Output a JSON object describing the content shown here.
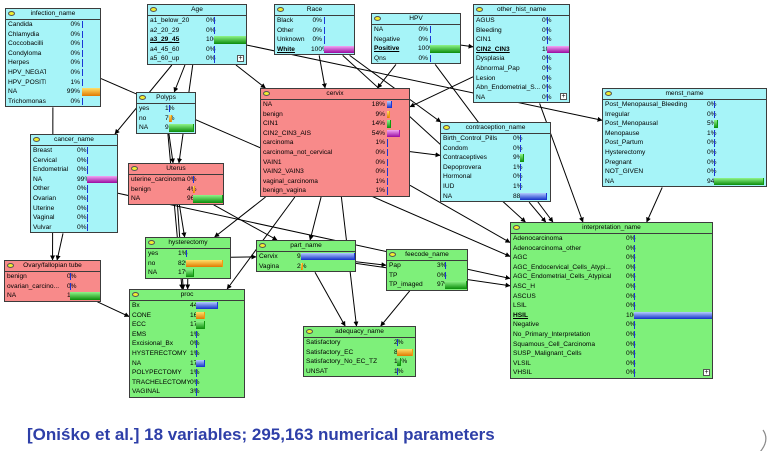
{
  "nodes": [
    {
      "id": "infection",
      "title": "infection_name",
      "color": "cyan",
      "states": [
        {
          "label": "Candida",
          "value": "0%",
          "p": 0
        },
        {
          "label": "Chlamydia",
          "value": "0%",
          "p": 0
        },
        {
          "label": "Coccobacilli",
          "value": "0%",
          "p": 0
        },
        {
          "label": "Condyloma",
          "value": "0%",
          "p": 0
        },
        {
          "label": "Herpes",
          "value": "0%",
          "p": 0
        },
        {
          "label": "HPV_NEGATIVE",
          "value": "0%",
          "p": 0
        },
        {
          "label": "HPV_POSITIVE",
          "value": "1%",
          "p": 1
        },
        {
          "label": "NA",
          "value": "99%",
          "p": 99,
          "bar": "orange"
        },
        {
          "label": "Trichomonas",
          "value": "0%",
          "p": 0
        }
      ]
    },
    {
      "id": "age",
      "title": "Age",
      "color": "cyan",
      "states": [
        {
          "label": "a1_below_20",
          "value": "0%",
          "p": 0
        },
        {
          "label": "a2_20_29",
          "value": "0%",
          "p": 0
        },
        {
          "label": "a3_29_45",
          "value": "100%",
          "p": 100,
          "bold": true,
          "bar": "green"
        },
        {
          "label": "a4_45_60",
          "value": "0%",
          "p": 0
        },
        {
          "label": "a5_60_up",
          "value": "0%",
          "p": 0
        }
      ]
    },
    {
      "id": "race",
      "title": "Race",
      "color": "cyan",
      "states": [
        {
          "label": "Black",
          "value": "0%",
          "p": 0
        },
        {
          "label": "Other",
          "value": "0%",
          "p": 0
        },
        {
          "label": "Unknown",
          "value": "0%",
          "p": 0
        },
        {
          "label": "White",
          "value": "100%",
          "p": 100,
          "bold": true,
          "bar": "magenta"
        }
      ]
    },
    {
      "id": "hpv",
      "title": "HPV",
      "color": "cyan",
      "states": [
        {
          "label": "NA",
          "value": "0%",
          "p": 0
        },
        {
          "label": "Negative",
          "value": "0%",
          "p": 0
        },
        {
          "label": "Positive",
          "value": "100%",
          "p": 100,
          "bold": true,
          "bar": "green"
        },
        {
          "label": "Qns",
          "value": "0%",
          "p": 0
        }
      ]
    },
    {
      "id": "otherhist",
      "title": "other_hist_name",
      "color": "cyan",
      "states": [
        {
          "label": "AGUS",
          "value": "0%",
          "p": 0
        },
        {
          "label": "Bleeding",
          "value": "0%",
          "p": 0
        },
        {
          "label": "CIN1",
          "value": "0%",
          "p": 0
        },
        {
          "label": "CIN2_CIN3",
          "value": "100%",
          "p": 100,
          "bold": true,
          "bar": "magenta"
        },
        {
          "label": "Dysplasia",
          "value": "0%",
          "p": 0
        },
        {
          "label": "Abnormal_Pap",
          "value": "0%",
          "p": 0
        },
        {
          "label": "Lesion",
          "value": "0%",
          "p": 0
        },
        {
          "label": "Abn_Endometrial_S...",
          "value": "0%",
          "p": 0
        },
        {
          "label": "NA",
          "value": "0%",
          "p": 0
        }
      ]
    },
    {
      "id": "polyps",
      "title": "Polyps",
      "color": "cyan",
      "states": [
        {
          "label": "yes",
          "value": "1%",
          "p": 1
        },
        {
          "label": "no",
          "value": "7%",
          "p": 7,
          "bar": "orange"
        },
        {
          "label": "NA",
          "value": "91%",
          "p": 91,
          "bar": "green"
        }
      ]
    },
    {
      "id": "cervix",
      "title": "cervix",
      "color": "red",
      "states": [
        {
          "label": "NA",
          "value": "18%",
          "p": 18,
          "bar": "blue"
        },
        {
          "label": "benign",
          "value": "9%",
          "p": 9,
          "bar": "orange"
        },
        {
          "label": "CIN1",
          "value": "14%",
          "p": 14,
          "bar": "green"
        },
        {
          "label": "CIN2_CIN3_AIS",
          "value": "54%",
          "p": 54,
          "bar": "magenta"
        },
        {
          "label": "carcinoma",
          "value": "1%",
          "p": 1
        },
        {
          "label": "carcinoma_not_cervical",
          "value": "0%",
          "p": 0
        },
        {
          "label": "VAIN1",
          "value": "0%",
          "p": 0
        },
        {
          "label": "VAIN2_VAIN3",
          "value": "0%",
          "p": 0
        },
        {
          "label": "vaginal_carcinoma",
          "value": "1%",
          "p": 1
        },
        {
          "label": "benign_vagina",
          "value": "1%",
          "p": 1
        }
      ]
    },
    {
      "id": "menst",
      "title": "menst_name",
      "color": "cyan",
      "states": [
        {
          "label": "Post_Menopausal_Bleeding",
          "value": "0%",
          "p": 0
        },
        {
          "label": "Irregular",
          "value": "0%",
          "p": 0
        },
        {
          "label": "Post_Menopausal",
          "value": "5%",
          "p": 5,
          "bar": "green"
        },
        {
          "label": "Menopause",
          "value": "1%",
          "p": 1
        },
        {
          "label": "Post_Partum",
          "value": "0%",
          "p": 0
        },
        {
          "label": "Hysterectomy",
          "value": "0%",
          "p": 0
        },
        {
          "label": "Pregnant",
          "value": "0%",
          "p": 0
        },
        {
          "label": "NOT_GIVEN",
          "value": "0%",
          "p": 0
        },
        {
          "label": "NA",
          "value": "94%",
          "p": 94,
          "bar": "green"
        }
      ]
    },
    {
      "id": "cancer",
      "title": "cancer_name",
      "color": "cyan",
      "states": [
        {
          "label": "Breast",
          "value": "0%",
          "p": 0
        },
        {
          "label": "Cervical",
          "value": "0%",
          "p": 0
        },
        {
          "label": "Endometrial",
          "value": "0%",
          "p": 0
        },
        {
          "label": "NA",
          "value": "99%",
          "p": 99,
          "bar": "magenta"
        },
        {
          "label": "Other",
          "value": "0%",
          "p": 0
        },
        {
          "label": "Ovarian",
          "value": "0%",
          "p": 0
        },
        {
          "label": "Uterine",
          "value": "0%",
          "p": 0
        },
        {
          "label": "Vaginal",
          "value": "0%",
          "p": 0
        },
        {
          "label": "Vulvar",
          "value": "0%",
          "p": 0
        }
      ]
    },
    {
      "id": "uterus",
      "title": "Uterus",
      "color": "red",
      "states": [
        {
          "label": "uterine_carcinoma",
          "value": "0%",
          "p": 0
        },
        {
          "label": "benign",
          "value": "4%",
          "p": 4,
          "bar": "orange"
        },
        {
          "label": "NA",
          "value": "96%",
          "p": 96,
          "bar": "green"
        }
      ]
    },
    {
      "id": "contra",
      "title": "contraception_name",
      "color": "cyan",
      "states": [
        {
          "label": "Birth_Control_Pills",
          "value": "0%",
          "p": 0
        },
        {
          "label": "Condom",
          "value": "0%",
          "p": 0
        },
        {
          "label": "Contraceptives",
          "value": "9%",
          "p": 9,
          "bar": "green"
        },
        {
          "label": "Depoprovera",
          "value": "1%",
          "p": 1
        },
        {
          "label": "Hormonal",
          "value": "0%",
          "p": 0
        },
        {
          "label": "IUD",
          "value": "1%",
          "p": 1
        },
        {
          "label": "NA",
          "value": "88%",
          "p": 88,
          "bar": "blue"
        }
      ]
    },
    {
      "id": "hyst",
      "title": "hysterectomy",
      "color": "green",
      "states": [
        {
          "label": "yes",
          "value": "1%",
          "p": 1
        },
        {
          "label": "no",
          "value": "82%",
          "p": 82,
          "bar": "orange"
        },
        {
          "label": "NA",
          "value": "17%",
          "p": 17,
          "bar": "green"
        }
      ]
    },
    {
      "id": "part",
      "title": "part_name",
      "color": "green",
      "states": [
        {
          "label": "Cervix",
          "value": "98%",
          "p": 98,
          "bar": "blue"
        },
        {
          "label": "Vagina",
          "value": "2%",
          "p": 2,
          "bar": "orange"
        }
      ]
    },
    {
      "id": "feecode",
      "title": "feecode_name",
      "color": "green",
      "states": [
        {
          "label": "Pap",
          "value": "3%",
          "p": 3
        },
        {
          "label": "TP",
          "value": "0%",
          "p": 0
        },
        {
          "label": "TP_imaged",
          "value": "97%",
          "p": 97,
          "bar": "green"
        }
      ]
    },
    {
      "id": "interp",
      "title": "interpretation_name",
      "color": "green",
      "states": [
        {
          "label": "Adenocarcinoma",
          "value": "0%",
          "p": 0
        },
        {
          "label": "Adenocarcinoma_other",
          "value": "0%",
          "p": 0
        },
        {
          "label": "AGC",
          "value": "0%",
          "p": 0
        },
        {
          "label": "AGC_Endocervical_Cells_Atypi...",
          "value": "0%",
          "p": 0
        },
        {
          "label": "AGC_Endometrial_Cells_Atypical",
          "value": "0%",
          "p": 0
        },
        {
          "label": "ASC_H",
          "value": "0%",
          "p": 0
        },
        {
          "label": "ASCUS",
          "value": "0%",
          "p": 0
        },
        {
          "label": "LSIL",
          "value": "0%",
          "p": 0
        },
        {
          "label": "HSIL",
          "value": "100%",
          "p": 100,
          "bold": true,
          "bar": "blue"
        },
        {
          "label": "Negative",
          "value": "0%",
          "p": 0
        },
        {
          "label": "No_Primary_Interpretation",
          "value": "0%",
          "p": 0
        },
        {
          "label": "Squamous_Cell_Carcinoma",
          "value": "0%",
          "p": 0
        },
        {
          "label": "SUSP_Malignant_Cells",
          "value": "0%",
          "p": 0
        },
        {
          "label": "VLSIL",
          "value": "0%",
          "p": 0
        },
        {
          "label": "VHSIL",
          "value": "0%",
          "p": 0
        }
      ]
    },
    {
      "id": "ovary",
      "title": "Ovary/fallopian tube",
      "color": "red",
      "states": [
        {
          "label": "benign",
          "value": "0%",
          "p": 0
        },
        {
          "label": "ovarian_carcino...",
          "value": "0%",
          "p": 0
        },
        {
          "label": "NA",
          "value": "100%",
          "p": 100,
          "bar": "green"
        }
      ]
    },
    {
      "id": "proc",
      "title": "proc",
      "color": "green",
      "states": [
        {
          "label": "Bx",
          "value": "44%",
          "p": 44,
          "bar": "blue"
        },
        {
          "label": "CONE",
          "value": "16%",
          "p": 16,
          "bar": "orange"
        },
        {
          "label": "ECC",
          "value": "17%",
          "p": 17,
          "bar": "green"
        },
        {
          "label": "EMS",
          "value": "1%",
          "p": 1
        },
        {
          "label": "Excisional_Bx",
          "value": "0%",
          "p": 0
        },
        {
          "label": "HYSTERECTOMY",
          "value": "1%",
          "p": 1
        },
        {
          "label": "NA",
          "value": "17%",
          "p": 17,
          "bar": "blue"
        },
        {
          "label": "POLYPECTOMY",
          "value": "1%",
          "p": 1
        },
        {
          "label": "TRACHELECTOMY",
          "value": "0%",
          "p": 0
        },
        {
          "label": "VAGINAL",
          "value": "3%",
          "p": 3
        }
      ]
    },
    {
      "id": "adequacy",
      "title": "adequacy_name",
      "color": "green",
      "states": [
        {
          "label": "Satisfactory",
          "value": "2%",
          "p": 2
        },
        {
          "label": "Satisfactory_EC",
          "value": "81%",
          "p": 81,
          "bar": "orange"
        },
        {
          "label": "Satisfactory_No_EC_TZ",
          "value": "16%",
          "p": 16,
          "bar": "green"
        },
        {
          "label": "UNSAT",
          "value": "1%",
          "p": 1
        }
      ]
    }
  ],
  "colors": {
    "node_cyan": "#a6f4f8",
    "node_red": "#f88a8a",
    "node_green": "#7ef07a",
    "caption": "#2e3fa8"
  },
  "caption": "[Oniśko et al.] 18 variables; 295,163 numerical parameters"
}
